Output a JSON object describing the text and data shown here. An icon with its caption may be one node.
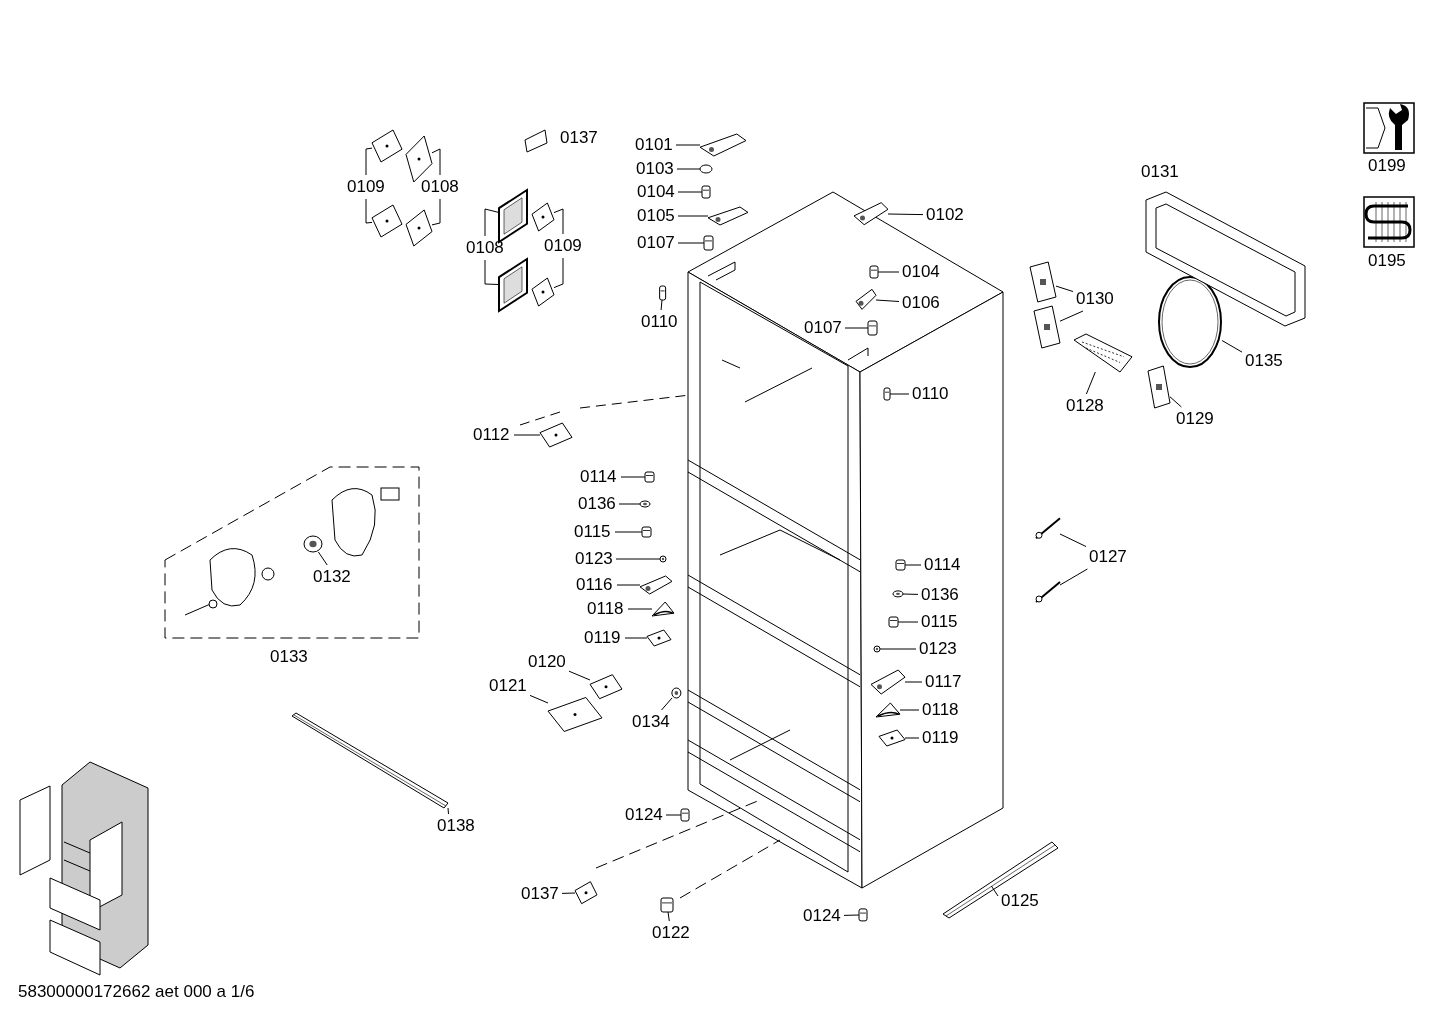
{
  "diagram": {
    "nodes": [
      {
        "text": [
          "0109"
        ]
      },
      {
        "text": [
          "0108"
        ]
      },
      {
        "text": [
          "0108"
        ]
      },
      {
        "text": [
          "0109"
        ]
      },
      {
        "text": [
          "0101"
        ]
      },
      {
        "text": [
          "0103"
        ]
      },
      {
        "text": [
          "0104"
        ]
      },
      {
        "text": [
          "0105"
        ]
      },
      {
        "text": [
          "0107"
        ]
      },
      {
        "text": [
          "0110"
        ]
      },
      {
        "text": [
          "0102"
        ]
      },
      {
        "text": [
          "0104"
        ]
      },
      {
        "text": [
          "0106"
        ]
      },
      {
        "text": [
          "0107"
        ]
      },
      {
        "text": [
          "0110"
        ]
      },
      {
        "text": [
          "0112"
        ]
      },
      {
        "text": [
          "0114"
        ]
      },
      {
        "text": [
          "0136"
        ]
      },
      {
        "text": [
          "0115"
        ]
      },
      {
        "text": [
          "0123"
        ]
      },
      {
        "text": [
          "0116"
        ]
      },
      {
        "text": [
          "0118"
        ]
      },
      {
        "text": [
          "0119"
        ]
      },
      {
        "text": [
          "0132"
        ]
      },
      {
        "text": [
          "0120"
        ]
      },
      {
        "text": [
          "0121"
        ]
      },
      {
        "text": [
          "0134"
        ]
      },
      {
        "text": [
          "0138"
        ]
      },
      {
        "text": [
          "0124"
        ]
      },
      {
        "text": [
          "0137"
        ]
      },
      {
        "text": [
          "0122"
        ]
      },
      {
        "text": [
          "0124"
        ]
      },
      {
        "text": [
          "0125"
        ]
      },
      {
        "text": [
          "0114"
        ]
      },
      {
        "text": [
          "0136"
        ]
      },
      {
        "text": [
          "0115"
        ]
      },
      {
        "text": [
          "0123"
        ]
      },
      {
        "text": [
          "0117"
        ]
      },
      {
        "text": [
          "0118"
        ]
      },
      {
        "text": [
          "0119"
        ]
      },
      {
        "text": [
          "0127"
        ]
      },
      {
        "text": [
          "0130"
        ]
      },
      {
        "text": [
          "0135"
        ]
      },
      {
        "text": [
          "0128"
        ]
      },
      {
        "text": [
          "0129"
        ]
      },
      {
        "text": [],
        "shape": "picture"
      },
      {
        "text": [],
        "shape": "picture"
      },
      {
        "text": [],
        "shape": "picture"
      },
      {
        "text": [],
        "shape": "picture"
      },
      {
        "text": [],
        "shape": "picture"
      },
      {
        "text": [],
        "shape": "picture"
      },
      {
        "text": [],
        "shape": "picture"
      },
      {
        "text": [],
        "shape": "picture"
      },
      {
        "text": [],
        "shape": "picture"
      },
      {
        "text": [],
        "shape": "circle"
      },
      {
        "text": [],
        "shape": "picture"
      },
      {
        "text": [],
        "shape": "picture"
      },
      {
        "text": [],
        "shape": "picture"
      },
      {
        "text": [],
        "shape": "picture"
      },
      {
        "text": [],
        "shape": "picture"
      },
      {
        "text": [],
        "shape": "picture"
      },
      {
        "text": [],
        "shape": "picture"
      },
      {
        "text": [],
        "shape": "picture"
      },
      {
        "text": [],
        "shape": "picture"
      },
      {
        "text": [],
        "shape": "picture"
      },
      {
        "text": [],
        "shape": "picture"
      },
      {
        "text": [],
        "shape": "picture"
      },
      {
        "text": [],
        "shape": "picture"
      },
      {
        "text": [],
        "shape": "picture"
      },
      {
        "text": [],
        "shape": "picture"
      },
      {
        "text": [],
        "shape": "picture"
      },
      {
        "text": [],
        "shape": "picture"
      },
      {
        "text": [],
        "shape": "picture"
      },
      {
        "text": [],
        "shape": "picture"
      },
      {
        "text": [],
        "shape": "picture"
      },
      {
        "text": [],
        "shape": "picture"
      },
      {
        "text": [],
        "shape": "bar"
      },
      {
        "text": [],
        "shape": "picture"
      },
      {
        "text": [],
        "shape": "picture"
      },
      {
        "text": [],
        "shape": "picture"
      },
      {
        "text": [],
        "shape": "picture"
      },
      {
        "text": [],
        "shape": "picture"
      },
      {
        "text": [],
        "shape": "picture"
      },
      {
        "text": [],
        "shape": "picture"
      },
      {
        "text": [],
        "shape": "picture"
      },
      {
        "text": [],
        "shape": "picture"
      },
      {
        "text": [],
        "shape": "picture"
      },
      {
        "text": [],
        "shape": "picture"
      },
      {
        "text": [],
        "shape": "picture"
      },
      {
        "text": [],
        "shape": "bar"
      },
      {
        "text": [],
        "shape": "bar"
      },
      {
        "text": [],
        "shape": "picture"
      },
      {
        "text": [],
        "shape": "picture"
      },
      {
        "text": [],
        "shape": "picture"
      },
      {
        "text": [],
        "shape": "picture"
      },
      {
        "text": [],
        "shape": "picture"
      }
    ],
    "edges": [
      {
        "from": 0,
        "to": 45,
        "arrow": "none"
      },
      {
        "from": 0,
        "to": 46,
        "arrow": "none"
      },
      {
        "from": 1,
        "to": 47,
        "arrow": "none"
      },
      {
        "from": 1,
        "to": 48,
        "arrow": "none"
      },
      {
        "from": 2,
        "to": 49,
        "arrow": "none"
      },
      {
        "from": 2,
        "to": 50,
        "arrow": "none"
      },
      {
        "from": 3,
        "to": 51,
        "arrow": "none"
      },
      {
        "from": 3,
        "to": 52,
        "arrow": "none"
      },
      {
        "from": 4,
        "to": 53,
        "arrow": "none"
      },
      {
        "from": 5,
        "to": 54,
        "arrow": "none"
      },
      {
        "from": 6,
        "to": 55,
        "arrow": "none"
      },
      {
        "from": 7,
        "to": 56,
        "arrow": "none"
      },
      {
        "from": 8,
        "to": 57,
        "arrow": "none"
      },
      {
        "from": 9,
        "to": 58,
        "arrow": "none"
      },
      {
        "from": 10,
        "to": 59,
        "arrow": "none"
      },
      {
        "from": 11,
        "to": 60,
        "arrow": "none"
      },
      {
        "from": 12,
        "to": 61,
        "arrow": "none"
      },
      {
        "from": 13,
        "to": 62,
        "arrow": "none"
      },
      {
        "from": 14,
        "to": 63,
        "arrow": "none"
      },
      {
        "from": 15,
        "to": 64,
        "arrow": "none"
      },
      {
        "from": 16,
        "to": 65,
        "arrow": "none"
      },
      {
        "from": 17,
        "to": 66,
        "arrow": "none"
      },
      {
        "from": 18,
        "to": 67,
        "arrow": "none"
      },
      {
        "from": 19,
        "to": 68,
        "arrow": "none"
      },
      {
        "from": 20,
        "to": 69,
        "arrow": "none"
      },
      {
        "from": 21,
        "to": 70,
        "arrow": "none"
      },
      {
        "from": 22,
        "to": 71,
        "arrow": "none"
      },
      {
        "from": 23,
        "to": 72,
        "arrow": "none"
      },
      {
        "from": 24,
        "to": 73,
        "arrow": "none"
      },
      {
        "from": 25,
        "to": 74,
        "arrow": "none"
      },
      {
        "from": 26,
        "to": 75,
        "arrow": "none"
      },
      {
        "from": 27,
        "to": 76,
        "arrow": "none"
      },
      {
        "from": 28,
        "to": 77,
        "arrow": "none"
      },
      {
        "from": 29,
        "to": 78,
        "arrow": "none"
      },
      {
        "from": 30,
        "to": 79,
        "arrow": "none"
      },
      {
        "from": 31,
        "to": 80,
        "arrow": "none"
      },
      {
        "from": 32,
        "to": 81,
        "arrow": "none"
      },
      {
        "from": 33,
        "to": 82,
        "arrow": "none"
      },
      {
        "from": 34,
        "to": 83,
        "arrow": "none"
      },
      {
        "from": 35,
        "to": 84,
        "arrow": "none"
      },
      {
        "from": 36,
        "to": 85,
        "arrow": "none"
      },
      {
        "from": 37,
        "to": 86,
        "arrow": "none"
      },
      {
        "from": 38,
        "to": 87,
        "arrow": "none"
      },
      {
        "from": 39,
        "to": 88,
        "arrow": "none"
      },
      {
        "from": 40,
        "to": 89,
        "arrow": "none"
      },
      {
        "from": 40,
        "to": 90,
        "arrow": "none"
      },
      {
        "from": 41,
        "to": 91,
        "arrow": "none"
      },
      {
        "from": 41,
        "to": 92,
        "arrow": "none"
      },
      {
        "from": 42,
        "to": 93,
        "arrow": "none"
      },
      {
        "from": 43,
        "to": 94,
        "arrow": "none"
      },
      {
        "from": 44,
        "to": 95,
        "arrow": "none"
      }
    ],
    "labels": [
      "0137",
      "0131",
      "0199",
      "0195",
      "0133",
      "58300000172662 aet 000 a 1/6"
    ]
  }
}
